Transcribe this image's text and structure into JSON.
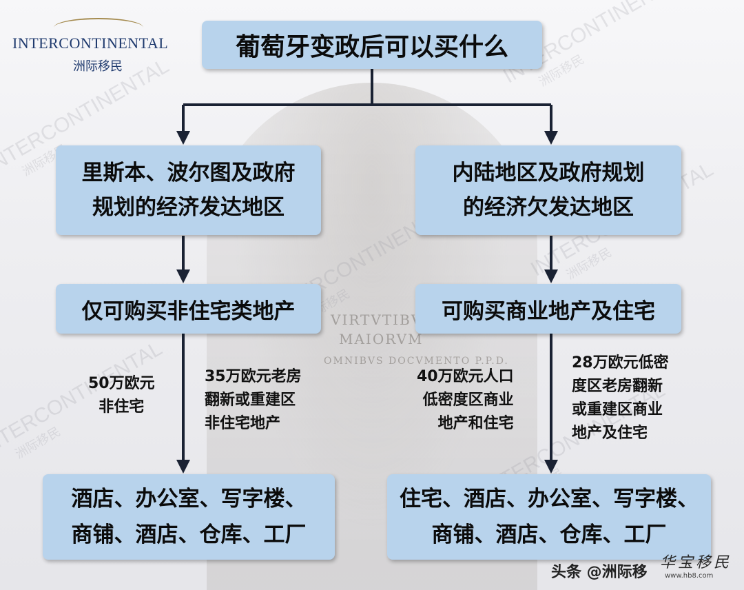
{
  "logo": {
    "name_en": "INTERCONTINENTAL",
    "name_cn": "洲际移民"
  },
  "background": {
    "inscription_1": "VIRTVTIBVS",
    "inscription_2": "MAIORVM",
    "inscription_3": "OMNIBVS DOCVMENTO P.P.D."
  },
  "watermark": {
    "en": "INTERCONTINENTAL",
    "cn": "洲际移民"
  },
  "diagram": {
    "title": "葡萄牙变政后可以买什么",
    "left_region": {
      "line1": "里斯本、波尔图及政府",
      "line2": "规划的经济发达地区"
    },
    "right_region": {
      "line1": "内陆地区及政府规划",
      "line2": "的经济欠发达地区"
    },
    "left_rule": "仅可购买非住宅类地产",
    "right_rule": "可购买商业地产及住宅",
    "left_option_a": {
      "line1": "50万欧元",
      "line2": "非住宅"
    },
    "left_option_b": {
      "line1": "35万欧元老房",
      "line2": "翻新或重建区",
      "line3": "非住宅地产"
    },
    "right_option_a": {
      "line1": "40万欧元人口",
      "line2": "低密度区商业",
      "line3": "地产和住宅"
    },
    "right_option_b": {
      "line1": "28万欧元低密",
      "line2": "度区老房翻新",
      "line3": "或重建区商业",
      "line4": "地产及住宅"
    },
    "left_result": {
      "line1": "酒店、办公室、写字楼、",
      "line2": "商铺、酒店、仓库、工厂"
    },
    "right_result": {
      "line1": "住宅、酒店、办公室、写字楼、",
      "line2": "商铺、酒店、仓库、工厂"
    },
    "line_color": "#1a2233",
    "box_color": "#b8d3ec"
  },
  "footer": {
    "credit": "头条 @洲际移",
    "logo_text": "华宝移民",
    "url": "www.hb8.com"
  }
}
